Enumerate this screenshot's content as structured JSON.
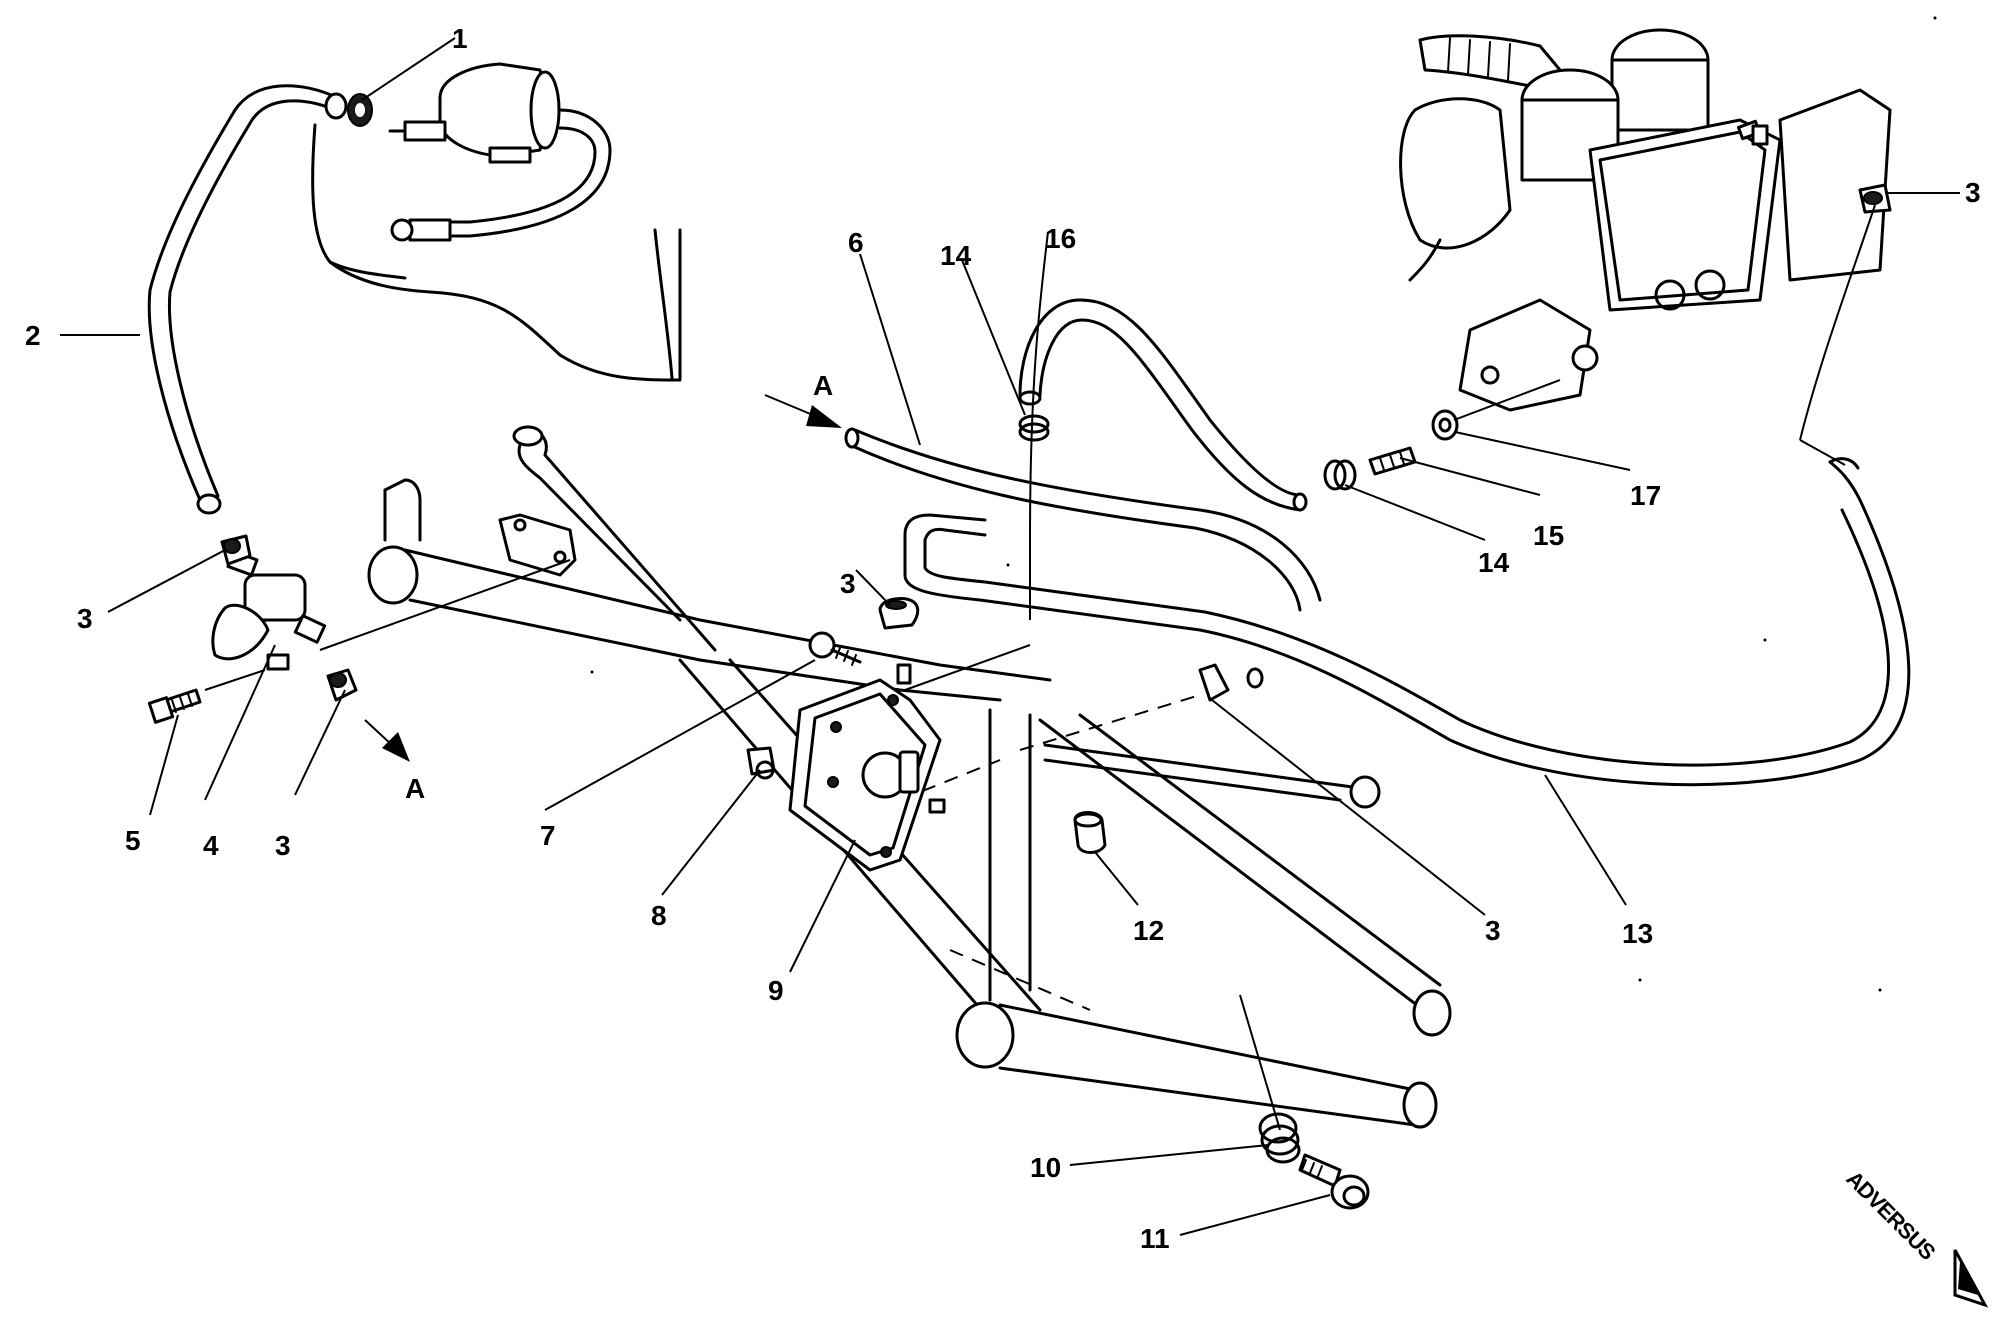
{
  "callouts": {
    "c1": "1",
    "c2": "2",
    "c3_topright": "3",
    "c3_left_upper": "3",
    "c3_left_lower": "3",
    "c3_center": "3",
    "c3_right": "3",
    "c4": "4",
    "c5": "5",
    "c6": "6",
    "c7": "7",
    "c8": "8",
    "c9": "9",
    "c10": "10",
    "c11": "11",
    "c12": "12",
    "c13": "13",
    "c14_upper": "14",
    "c14_lower": "14",
    "c15": "15",
    "c16": "16",
    "c17": "17"
  },
  "view_markers": {
    "upper": "A",
    "lower": "A"
  },
  "brand_logo": "ADVERSUS"
}
